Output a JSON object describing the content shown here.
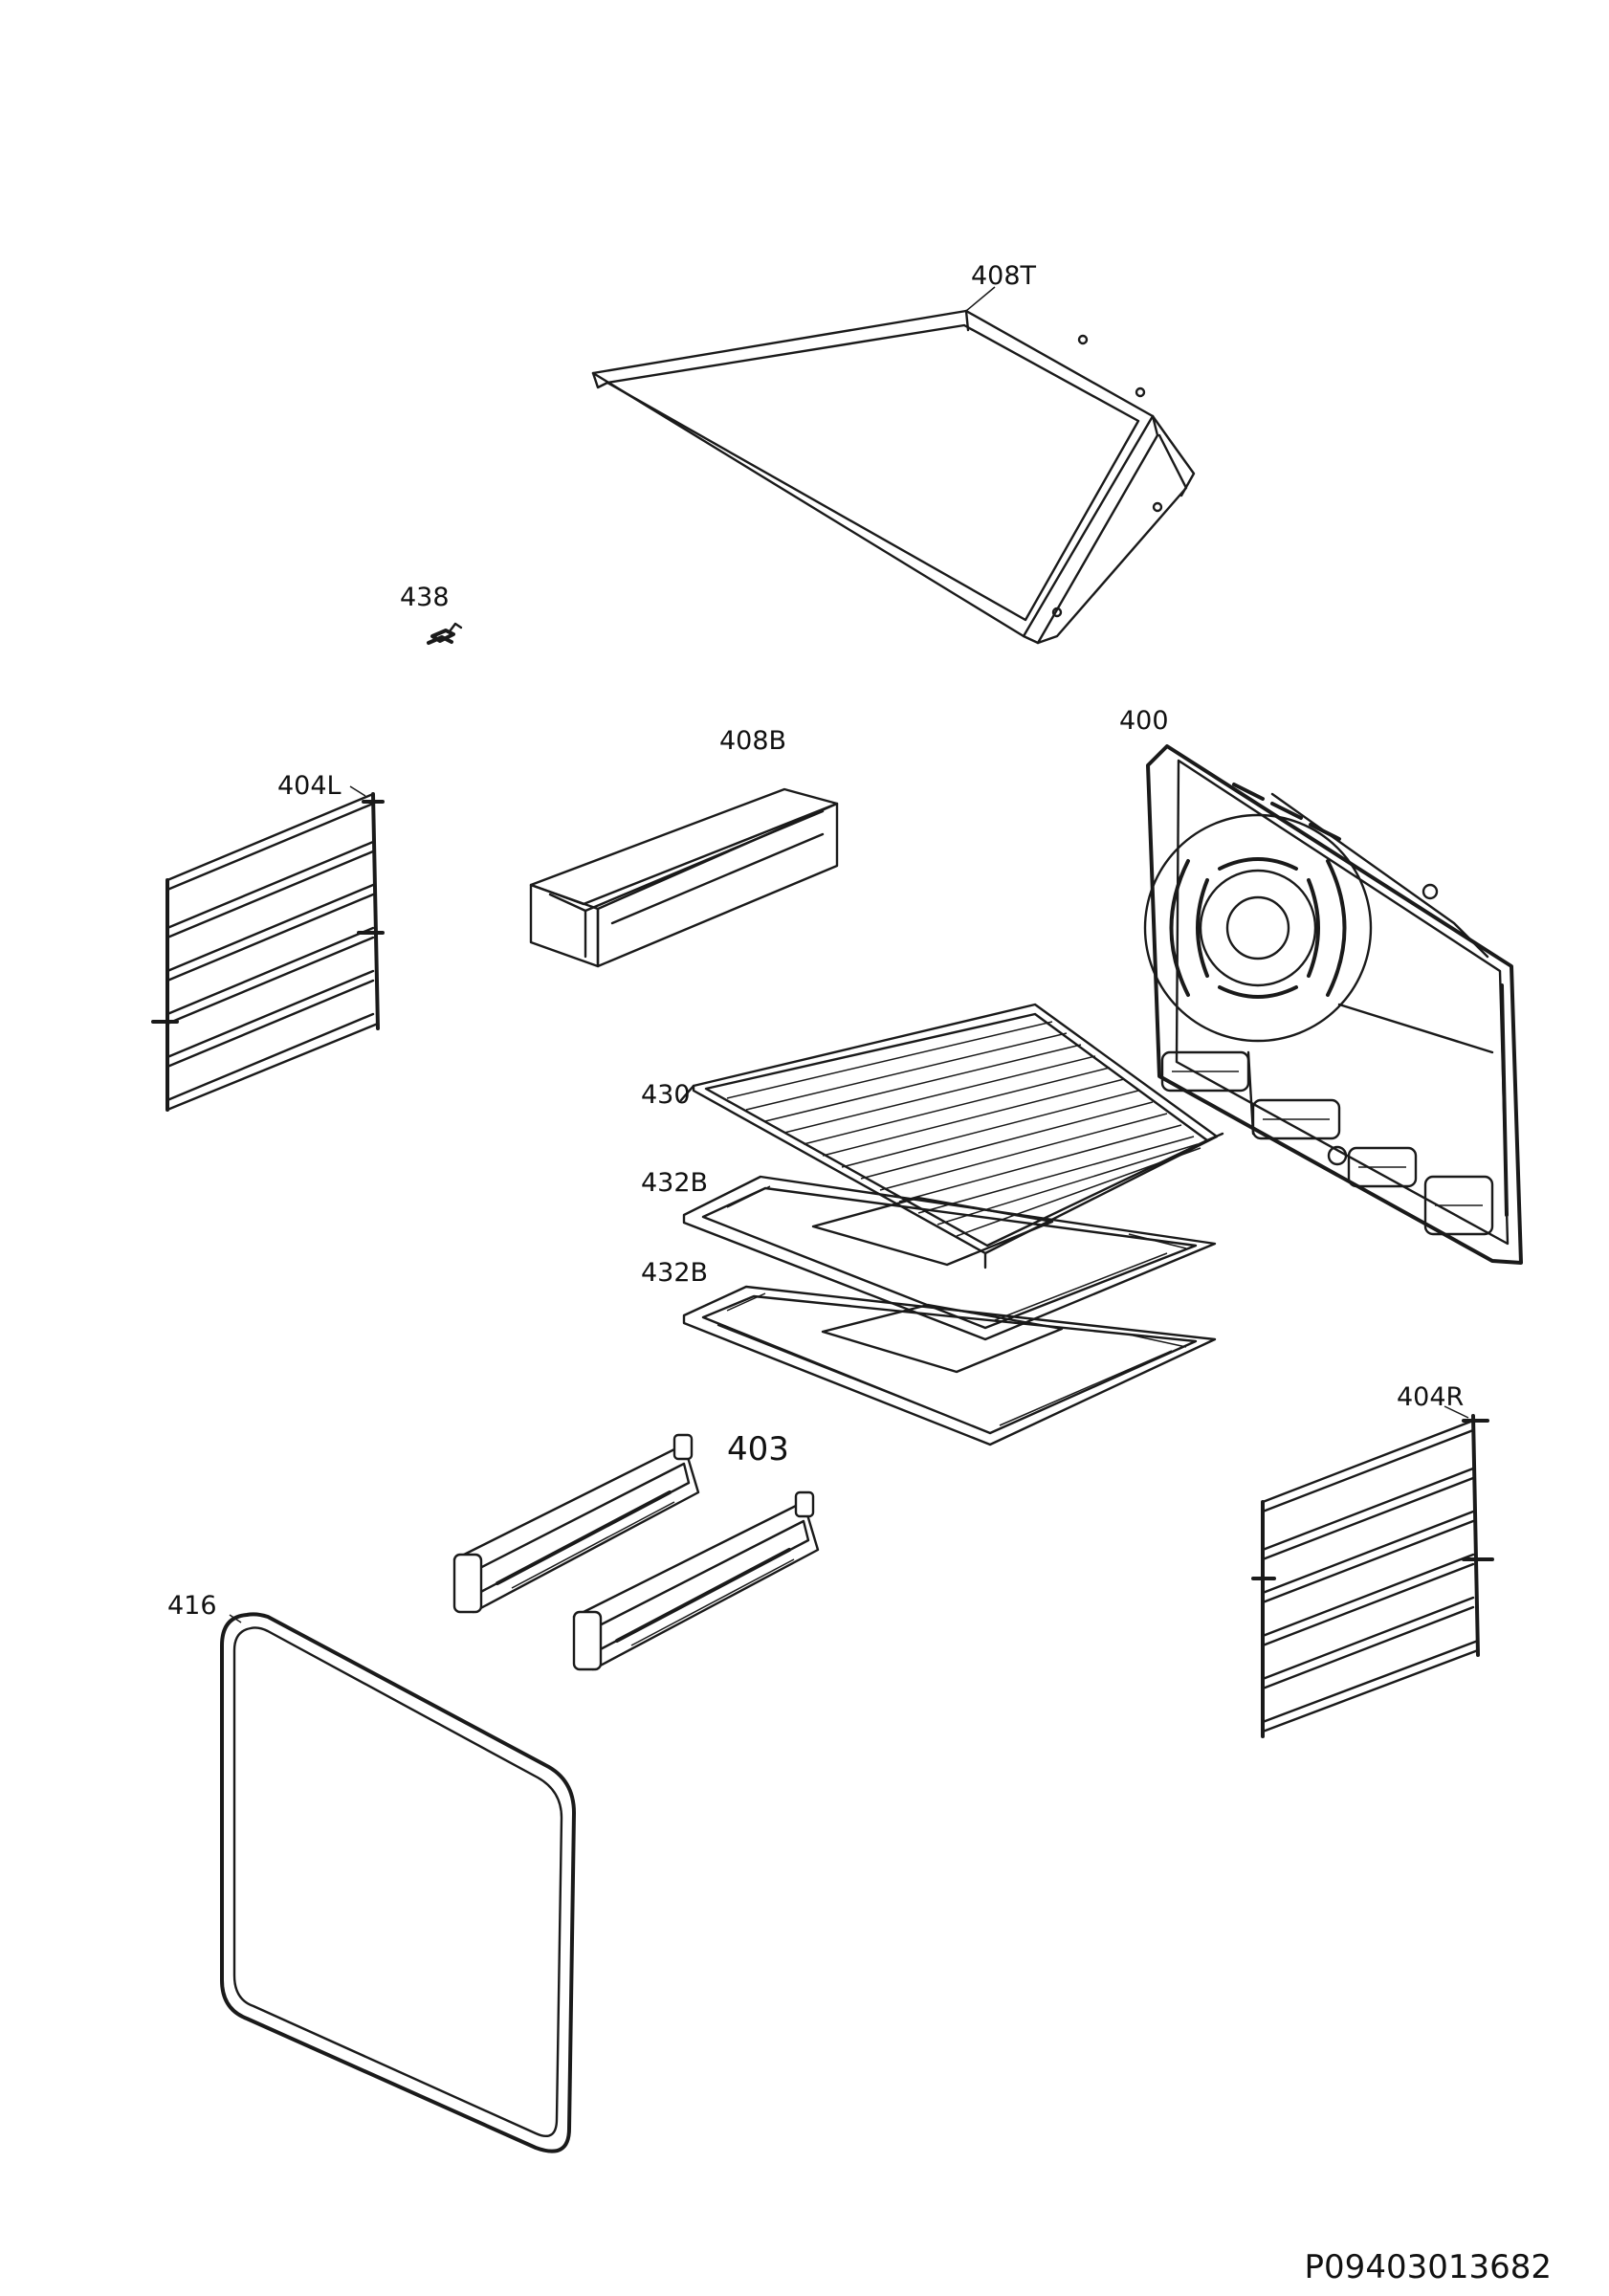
{
  "document_id": "P09403013682",
  "parts": [
    {
      "id": "p408T",
      "label": "408T"
    },
    {
      "id": "p438",
      "label": "438"
    },
    {
      "id": "p408B",
      "label": "408B"
    },
    {
      "id": "p400",
      "label": "400"
    },
    {
      "id": "p404L",
      "label": "404L"
    },
    {
      "id": "p430",
      "label": "430"
    },
    {
      "id": "p432B_1",
      "label": "432B"
    },
    {
      "id": "p432B_2",
      "label": "432B"
    },
    {
      "id": "p404R",
      "label": "404R"
    },
    {
      "id": "p403",
      "label": "403"
    },
    {
      "id": "p416",
      "label": "416"
    }
  ]
}
